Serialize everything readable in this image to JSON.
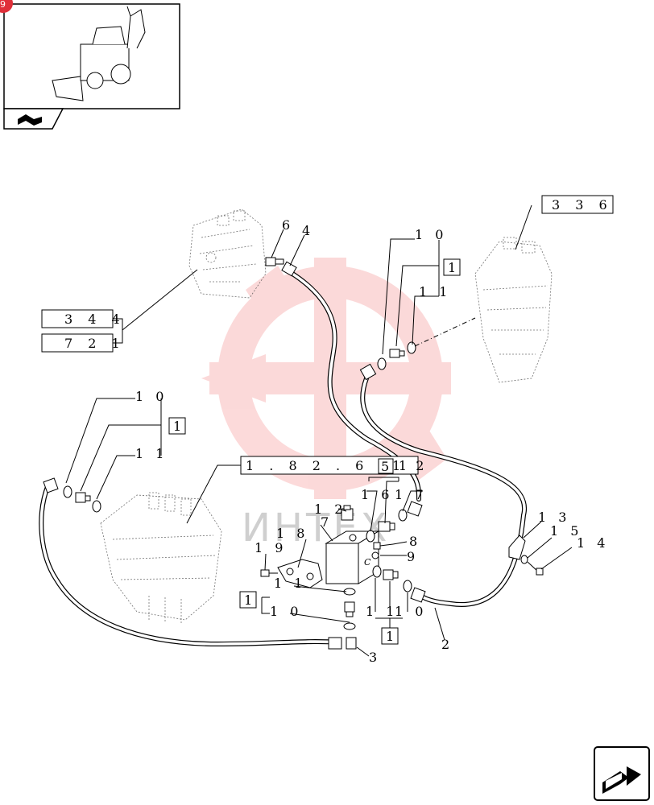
{
  "page_badge": "9",
  "watermark_text": "ИНТЕХ",
  "reference_boxes": {
    "ref_336": "3 3 6",
    "ref_344": "3 4 4",
    "ref_721": "7 2 1",
    "ref_valve": "1 . 8 2 . 6 / 1",
    "ref_51": "5",
    "ref_valve_tail": "1 2",
    "kit_mark": "1"
  },
  "callouts": {
    "c2": "2",
    "c3": "3",
    "c4": "4",
    "c6": "6",
    "c7": "7",
    "c8": "8",
    "c9": "9",
    "c10": "1 0",
    "c11": "1 1",
    "c12": "1 2",
    "c13": "1 3",
    "c14": "1 4",
    "c15": "1 5",
    "c16": "1 6",
    "c17": "1 7",
    "c18": "1 8",
    "c19": "1 9",
    "block_letter": "C"
  },
  "icons": [
    "backhoe-loader-thumbnail",
    "page-fold-icon",
    "next-page-arrow-icon"
  ],
  "colors": {
    "watermark": "#f26b6b",
    "line": "#000000",
    "badge": "#e0303a"
  }
}
